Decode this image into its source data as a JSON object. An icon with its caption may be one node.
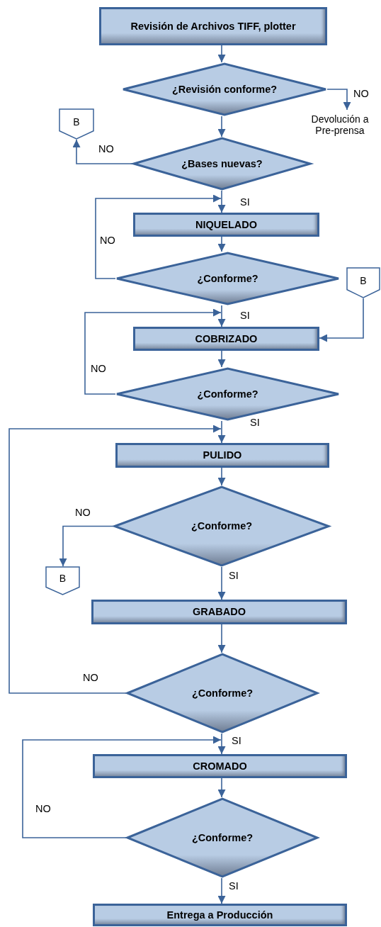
{
  "diagram": {
    "nodes": [
      {
        "text": [
          "Revisión de Archivos TIFF, plotter"
        ]
      },
      {
        "text": [
          "¿Revisión conforme?"
        ]
      },
      {
        "text": [
          "Devolución a Pre-prensa"
        ]
      },
      {
        "text": [
          "B"
        ]
      },
      {
        "text": [
          "¿Bases nuevas?"
        ]
      },
      {
        "text": [
          "NIQUELADO"
        ]
      },
      {
        "text": [
          "¿Conforme?"
        ]
      },
      {
        "text": [
          "B"
        ]
      },
      {
        "text": [
          "COBRIZADO"
        ]
      },
      {
        "text": [
          "¿Conforme?"
        ]
      },
      {
        "text": [
          "PULIDO"
        ]
      },
      {
        "text": [
          "¿Conforme?"
        ]
      },
      {
        "text": [
          "B"
        ]
      },
      {
        "text": [
          "GRABADO"
        ]
      },
      {
        "text": [
          "¿Conforme?"
        ]
      },
      {
        "text": [
          "CROMADO"
        ]
      },
      {
        "text": [
          "¿Conforme?"
        ]
      },
      {
        "text": [
          "Entrega a Producción"
        ]
      }
    ],
    "edges": [
      {
        "from": 0,
        "to": 1,
        "arrow": "to"
      },
      {
        "from": 1,
        "to": 2,
        "arrow": "to",
        "label": "NO"
      },
      {
        "from": 1,
        "to": 4,
        "arrow": "to"
      },
      {
        "from": 4,
        "to": 3,
        "arrow": "to",
        "label": "NO"
      },
      {
        "from": 4,
        "to": 5,
        "arrow": "to",
        "label": "SI"
      },
      {
        "from": 5,
        "to": 6,
        "arrow": "to"
      },
      {
        "from": 6,
        "to": 5,
        "arrow": "to",
        "label": "NO"
      },
      {
        "from": 6,
        "to": 8,
        "arrow": "to",
        "label": "SI"
      },
      {
        "from": 7,
        "to": 8,
        "arrow": "to"
      },
      {
        "from": 8,
        "to": 9,
        "arrow": "to"
      },
      {
        "from": 9,
        "to": 8,
        "arrow": "to",
        "label": "NO"
      },
      {
        "from": 9,
        "to": 10,
        "arrow": "to",
        "label": "SI"
      },
      {
        "from": 10,
        "to": 11,
        "arrow": "to"
      },
      {
        "from": 11,
        "to": 12,
        "arrow": "to",
        "label": "NO"
      },
      {
        "from": 11,
        "to": 13,
        "arrow": "to",
        "label": "SI"
      },
      {
        "from": 13,
        "to": 14,
        "arrow": "to"
      },
      {
        "from": 14,
        "to": 10,
        "arrow": "to",
        "label": "NO"
      },
      {
        "from": 14,
        "to": 15,
        "arrow": "to",
        "label": "SI"
      },
      {
        "from": 15,
        "to": 16,
        "arrow": "to"
      },
      {
        "from": 16,
        "to": 15,
        "arrow": "to",
        "label": "NO"
      },
      {
        "from": 16,
        "to": 17,
        "arrow": "to",
        "label": "SI"
      }
    ]
  }
}
